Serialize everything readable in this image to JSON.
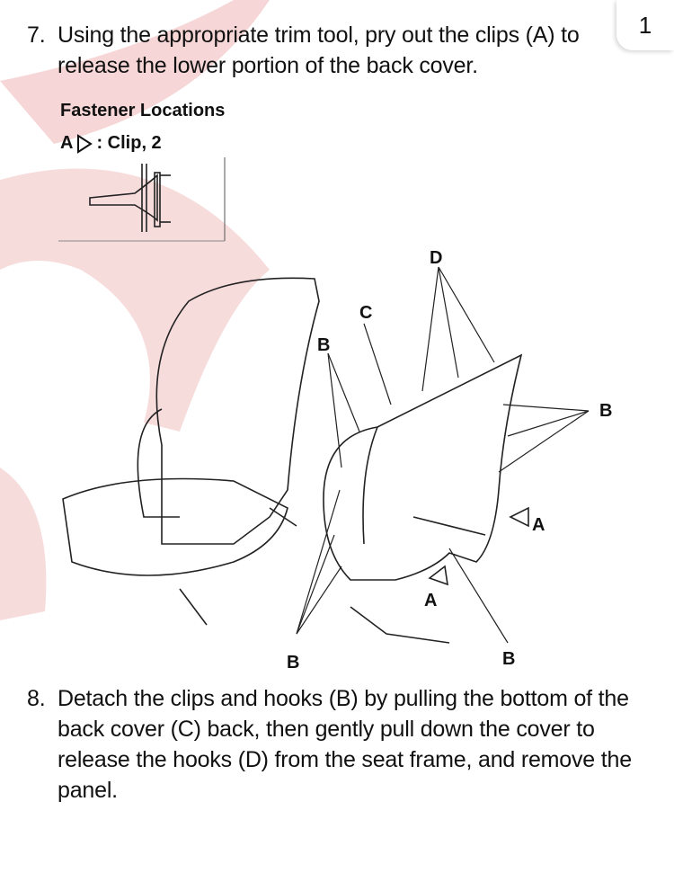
{
  "page_badge": "1",
  "step7": {
    "number": "7.",
    "text": "Using the appropriate trim tool, pry out the clips (A) to release the lower portion of the back cover."
  },
  "fastener": {
    "heading": "Fastener Locations",
    "letter": "A",
    "desc": ": Clip, 2"
  },
  "diagram_labels": {
    "d": "D",
    "c": "C",
    "b_left": "B",
    "b_right": "B",
    "a_right": "A",
    "a_lower": "A",
    "b_bottom_left": "B",
    "b_bottom_right": "B"
  },
  "step8": {
    "number": "8.",
    "text": "Detach the clips and hooks (B) by pulling the bottom of the back cover (C) back, then gently pull down the cover to release the hooks (D) from the seat frame, and remove the panel."
  }
}
